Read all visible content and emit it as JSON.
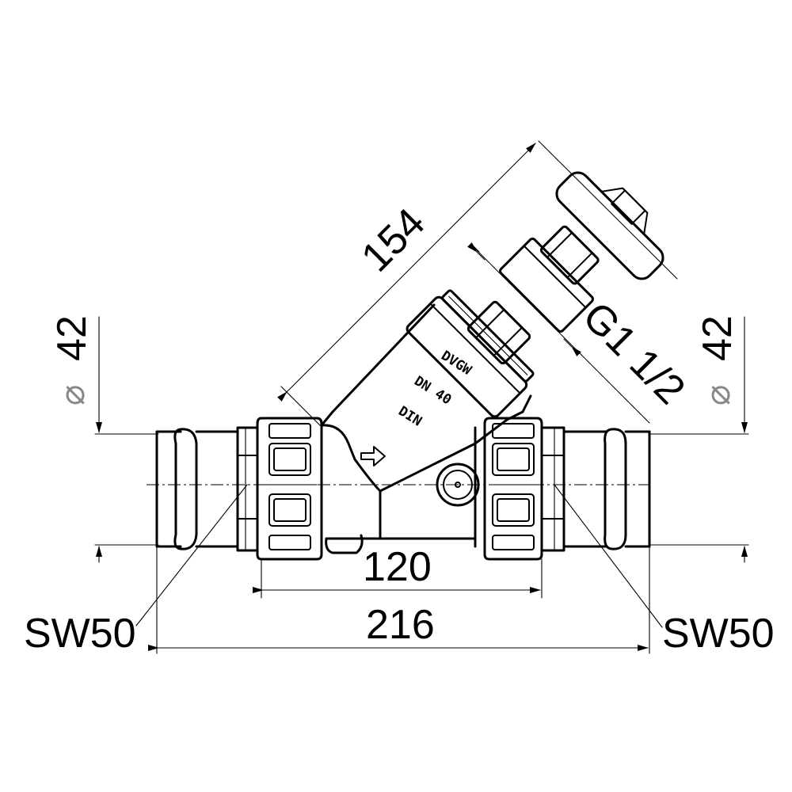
{
  "dimensions": {
    "overall_length": "216",
    "body_length": "120",
    "stem_length": "154",
    "thread": "G1 1/2",
    "left_pipe_dia": "42",
    "right_pipe_dia": "42",
    "left_wrench": "SW50",
    "right_wrench": "SW50",
    "diameter_symbol": "⌀"
  },
  "body_markings": {
    "mark_1": "DVGW",
    "mark_2": "DN 40",
    "mark_3": "DIN"
  },
  "colors": {
    "line": "#000000",
    "diameter_symbol": "#888888",
    "background": "#ffffff"
  }
}
